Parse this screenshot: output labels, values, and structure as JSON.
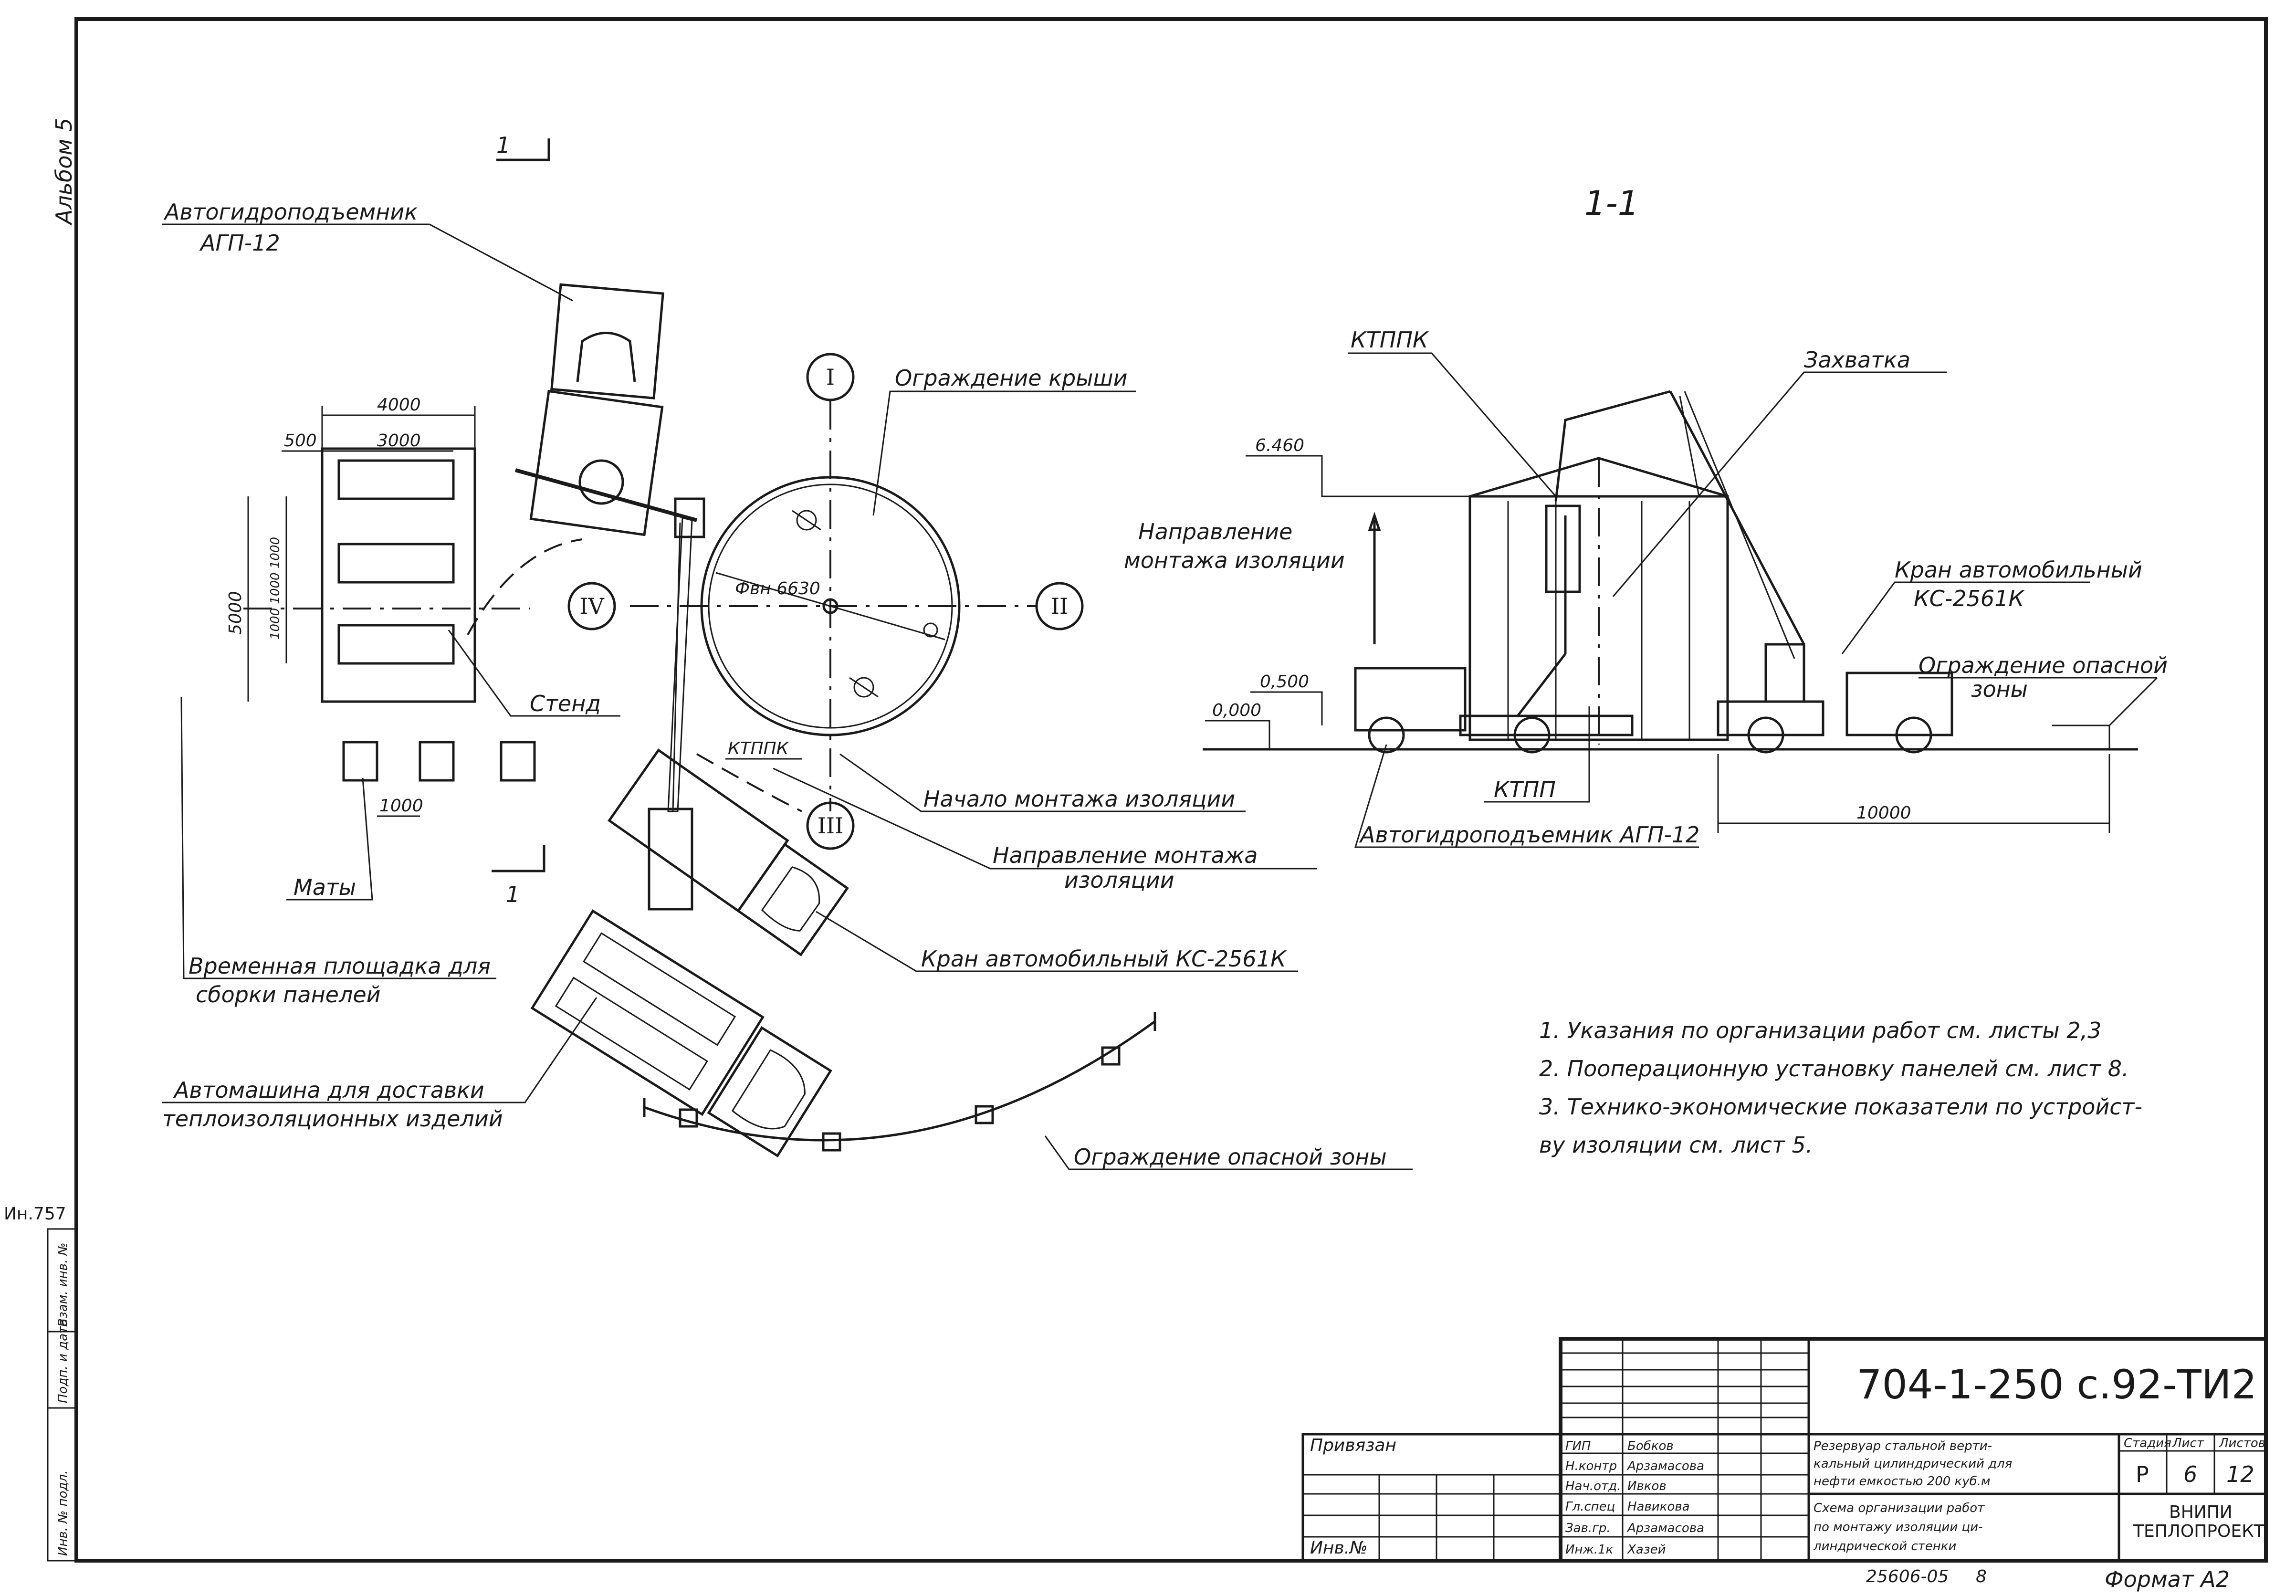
{
  "album_label": "Альбом 5",
  "inventory_no": "Ин.757",
  "section_mark": "1",
  "section_title": "1-1",
  "plan": {
    "lift_label": "Автогидроподъемник",
    "lift_model": "АГП-12",
    "stand_dim_overall": "4000",
    "stand_dim_500": "500",
    "stand_dim_3000": "3000",
    "stand_dim_height": "5000",
    "stand_dim_rows": "1000 1000 1000",
    "mats_spacing": "1000",
    "roof_fence": "Ограждение крыши",
    "diameter": "Фвн 6630",
    "axes": [
      "I",
      "II",
      "III",
      "IV"
    ],
    "stand": "Стенд",
    "ktppk": "КТППК",
    "start_insulation": "Начало монтажа изоляции",
    "direction_line1": "Направление монтажа",
    "direction_line2": "изоляции",
    "crane": "Кран автомобильный КС-2561К",
    "mats": "Маты",
    "temp_platform_line1": "Временная площадка для",
    "temp_platform_line2": "сборки панелей",
    "delivery_truck_line1": "Автомашина для доставки",
    "delivery_truck_line2": "теплоизоляционных изделий",
    "danger_fence": "Ограждение опасной зоны"
  },
  "section": {
    "ktppk": "КТППК",
    "grip": "Захватка",
    "elev_top": "6.460",
    "elev_mid": "0,500",
    "elev_zero": "0,000",
    "direction_line1": "Направление",
    "direction_line2": "монтажа изоляции",
    "crane_line1": "Кран автомобильный",
    "crane_line2": "КС-2561К",
    "danger_line1": "Ограждение опасной",
    "danger_line2": "зоны",
    "ktpp": "КТПП",
    "lift": "Автогидроподъемник АГП-12",
    "span": "10000"
  },
  "notes": [
    "1. Указания по организации работ см. листы 2,3",
    "2. Пооперационную установку панелей см. лист 8.",
    "3. Технико-экономические показатели по устройст-",
    "ву изоляции см. лист 5."
  ],
  "title_block": {
    "doc_code": "704-1-250 с.92-ТИ2",
    "bound": "Привязан",
    "inv": "Инв.№",
    "roles": [
      "ГИП",
      "Н.контр",
      "Нач.отд.",
      "Гл.спец",
      "Зав.гр.",
      "Инж.1к"
    ],
    "names": [
      "Бобков",
      "Арзамасова",
      "Ивков",
      "Навикова",
      "Арзамасова",
      "Хазей"
    ],
    "object_line1": "Резервуар стальной верти-",
    "object_line2": "кальный цилиндрический для",
    "object_line3": "нефти емкостью 200 куб.м",
    "sheet_line1": "Схема организации работ",
    "sheet_line2": "по монтажу изоляции ци-",
    "sheet_line3": "линдрической стенки",
    "stage_h": "Стадия",
    "sheet_h": "Лист",
    "sheets_h": "Листов",
    "stage": "Р",
    "sheet": "6",
    "sheets": "12",
    "org_line1": "ВНИПИ",
    "org_line2": "ТЕПЛОПРОЕКТ",
    "copy_no": "25606-05",
    "copy_sheet": "8",
    "format": "Формат А2"
  },
  "side_stamp": [
    "Взам. инв. №",
    "Подп. и дата",
    "Инв. № подл."
  ]
}
